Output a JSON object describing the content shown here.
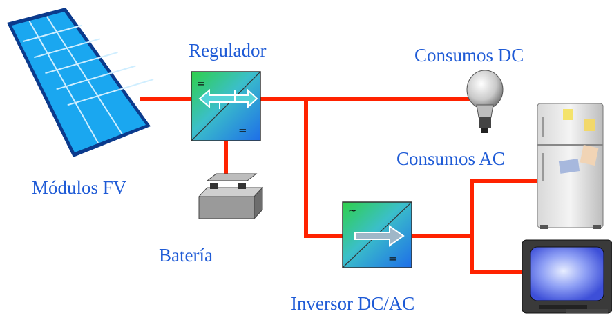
{
  "labels": {
    "modules": "Módulos FV",
    "regulator": "Regulador",
    "dc_loads": "Consumos DC",
    "ac_loads": "Consumos AC",
    "battery": "Batería",
    "inverter": "Inversor DC/AC"
  },
  "symbols": {
    "regulator_top": "=",
    "regulator_bottom": "=",
    "inverter_top": "~",
    "inverter_bottom": "="
  },
  "colors": {
    "label_text": "#1f5bd6",
    "wire": "#ff2200",
    "panel_cell": "#1aa7f0",
    "panel_frame": "#0b3a8c"
  },
  "icons": {
    "panel": "solar-panel-icon",
    "regulator": "charge-regulator-icon",
    "battery": "battery-icon",
    "bulb": "light-bulb-icon",
    "fridge": "refrigerator-icon",
    "tv": "television-icon",
    "inverter": "inverter-icon"
  }
}
